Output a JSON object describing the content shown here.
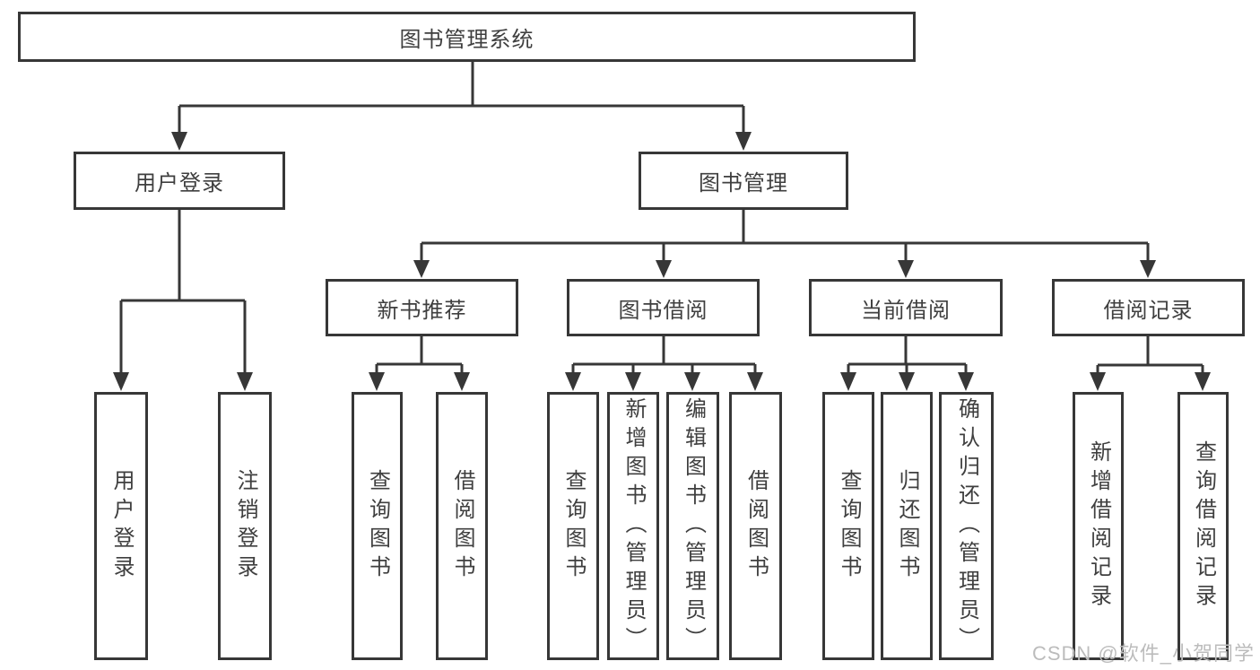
{
  "tree": {
    "root": {
      "label": "图书管理系统",
      "children": [
        {
          "label": "用户登录",
          "children": [
            {
              "label": "用户登录"
            },
            {
              "label": "注销登录"
            }
          ]
        },
        {
          "label": "图书管理",
          "children": [
            {
              "label": "新书推荐",
              "children": [
                {
                  "label": "查询图书"
                },
                {
                  "label": "借阅图书"
                }
              ]
            },
            {
              "label": "图书借阅",
              "children": [
                {
                  "label": "查询图书"
                },
                {
                  "label": "新增图书（管理员）"
                },
                {
                  "label": "编辑图书（管理员）"
                },
                {
                  "label": "借阅图书"
                }
              ]
            },
            {
              "label": "当前借阅",
              "children": [
                {
                  "label": "查询图书"
                },
                {
                  "label": "归还图书"
                },
                {
                  "label": "确认归还（管理员）"
                }
              ]
            },
            {
              "label": "借阅记录",
              "children": [
                {
                  "label": "新增借阅记录"
                },
                {
                  "label": "查询借阅记录"
                }
              ]
            }
          ]
        }
      ]
    }
  },
  "watermark": {
    "text": "CSDN @软件_小贺同学"
  },
  "colors": {
    "line": "#373737",
    "text": "#3f3f3f",
    "watermark": "#bcbcbc",
    "background": "#ffffff"
  }
}
